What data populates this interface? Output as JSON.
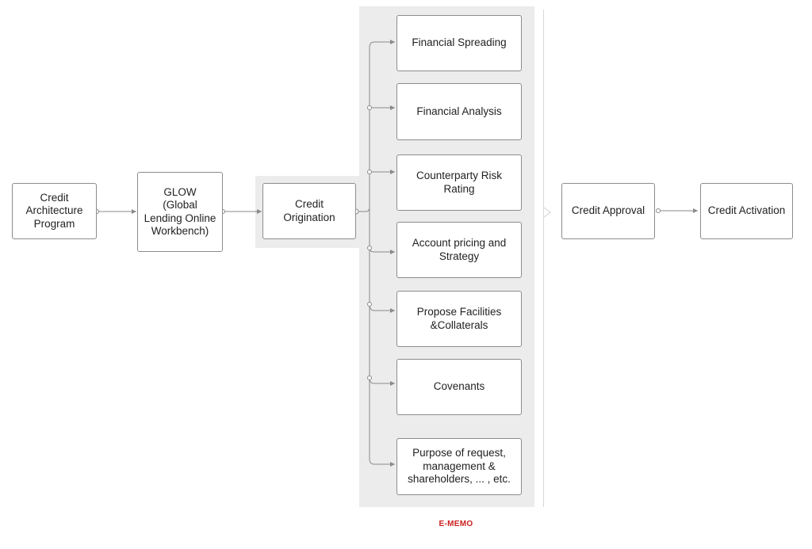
{
  "nodes": {
    "credit_architecture": "Credit\nArchitecture\nProgram",
    "glow": "GLOW\n(Global\nLending Online\nWorkbench)",
    "credit_origination": "Credit\nOrigination",
    "financial_spreading": "Financial Spreading",
    "financial_analysis": "Financial Analysis",
    "counterparty_risk": "Counterparty Risk\nRating",
    "account_pricing": "Account pricing and\nStrategy",
    "propose_facilities": "Propose Facilities\n&Collaterals",
    "covenants": "Covenants",
    "purpose_of_request": "Purpose of request,\nmanagement &\nshareholders, ... , etc.",
    "credit_approval": "Credit Approval",
    "credit_activation": "Credit Activation"
  },
  "panel_label": "E-MEMO",
  "colors": {
    "panel": "#ececec",
    "border": "#8c8c8c",
    "connector": "#8a8a8a",
    "label_red": "#cc1f1f"
  }
}
